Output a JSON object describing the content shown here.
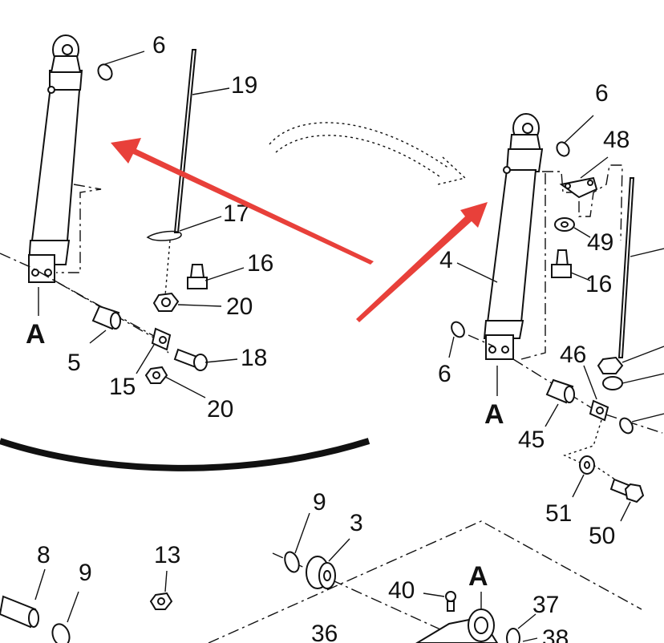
{
  "colors": {
    "arrow": "#e8403a",
    "ink": "#111111",
    "background": "#ffffff"
  },
  "labels": {
    "old_6": "6",
    "old_19": "19",
    "old_17": "17",
    "old_16": "16",
    "old_20a": "20",
    "old_18": "18",
    "old_5": "5",
    "old_15": "15",
    "old_20b": "20",
    "old_A": "A",
    "new_6a": "6",
    "new_48": "48",
    "new_49": "49",
    "new_16": "16",
    "new_4": "4",
    "new_6b": "6",
    "new_46": "46",
    "new_A": "A",
    "new_45": "45",
    "new_51": "51",
    "new_50": "50",
    "bot_9a": "9",
    "bot_3": "3",
    "bot_8": "8",
    "bot_9b": "9",
    "bot_13": "13",
    "bot_A": "A",
    "bot_40": "40",
    "bot_37": "37",
    "bot_36": "36",
    "bot_38": "38"
  }
}
